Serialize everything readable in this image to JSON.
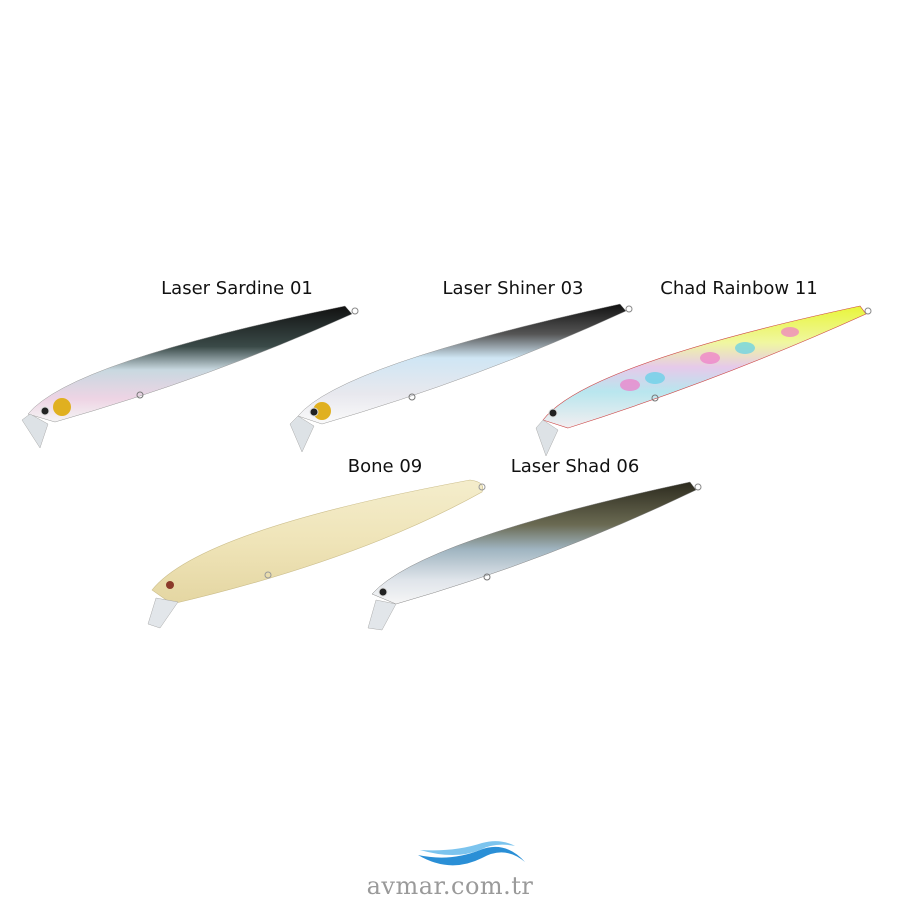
{
  "lures": [
    {
      "name": "Laser Sardine 01"
    },
    {
      "name": "Laser Shiner 03"
    },
    {
      "name": "Chad Rainbow 11"
    },
    {
      "name": "Bone 09"
    },
    {
      "name": "Laser Shad 06"
    }
  ],
  "logo": {
    "text": "avmar.com.tr",
    "color": "#2a8fd6"
  }
}
